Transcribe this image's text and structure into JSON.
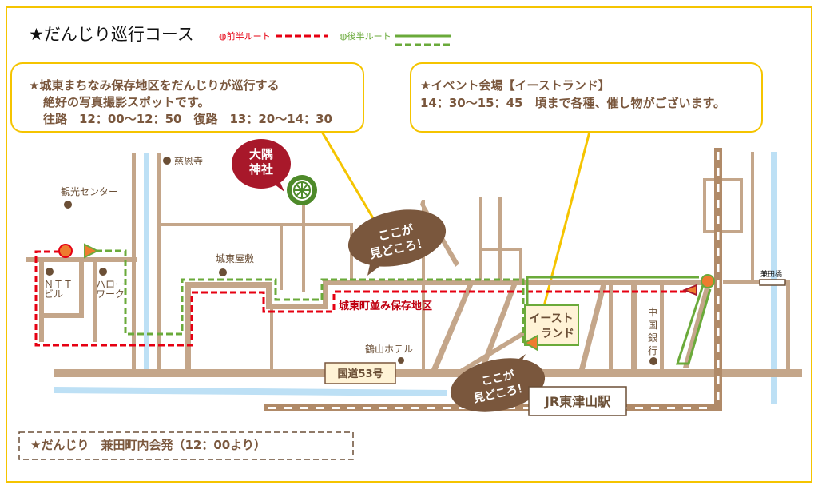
{
  "title": "★だんじり巡行コース",
  "legend": {
    "first_half": "◍前半ルート",
    "second_half": "◍後半ルート",
    "first_color": "#e60012",
    "second_color": "#6aaa3a"
  },
  "callout_left": {
    "line1": "★城東まちなみ保存地区をだんじりが巡行する",
    "line2": "絶好の写真撮影スポットです。",
    "line3": "往路　12：00〜12：50　復路　13：20〜14：30"
  },
  "callout_right": {
    "line1": "★イベント会場【イーストランド】",
    "line2": "14：30〜15：45　頃まで各種、催し物がございます。"
  },
  "places": {
    "jionji": "慈恩寺",
    "kanko_center": "観光センター",
    "ntt_1": "ＮＴＴ",
    "ntt_2": "ビル",
    "hellowork_1": "ハロー",
    "hellowork_2": "ワーク",
    "joto_yashiki": "城東屋敷",
    "shrine_1": "大隅",
    "shrine_2": "神社",
    "preservation_district": "城東町並み保存地区",
    "tsuruyama_hotel": "鶴山ホテル",
    "route53": "国道53号",
    "eastland_1": "イースト",
    "eastland_2": "ランド",
    "bank": [
      "中",
      "国",
      "銀",
      "行"
    ],
    "kanedabashi": "兼田橋",
    "station": "JR東津山駅"
  },
  "highlight_1": {
    "line1": "ここが",
    "line2": "見どころ！"
  },
  "highlight_2": {
    "line1": "ここが",
    "line2": "見どころ！"
  },
  "footer_note": "★だんじり　兼田町内会発（12：00より）"
}
